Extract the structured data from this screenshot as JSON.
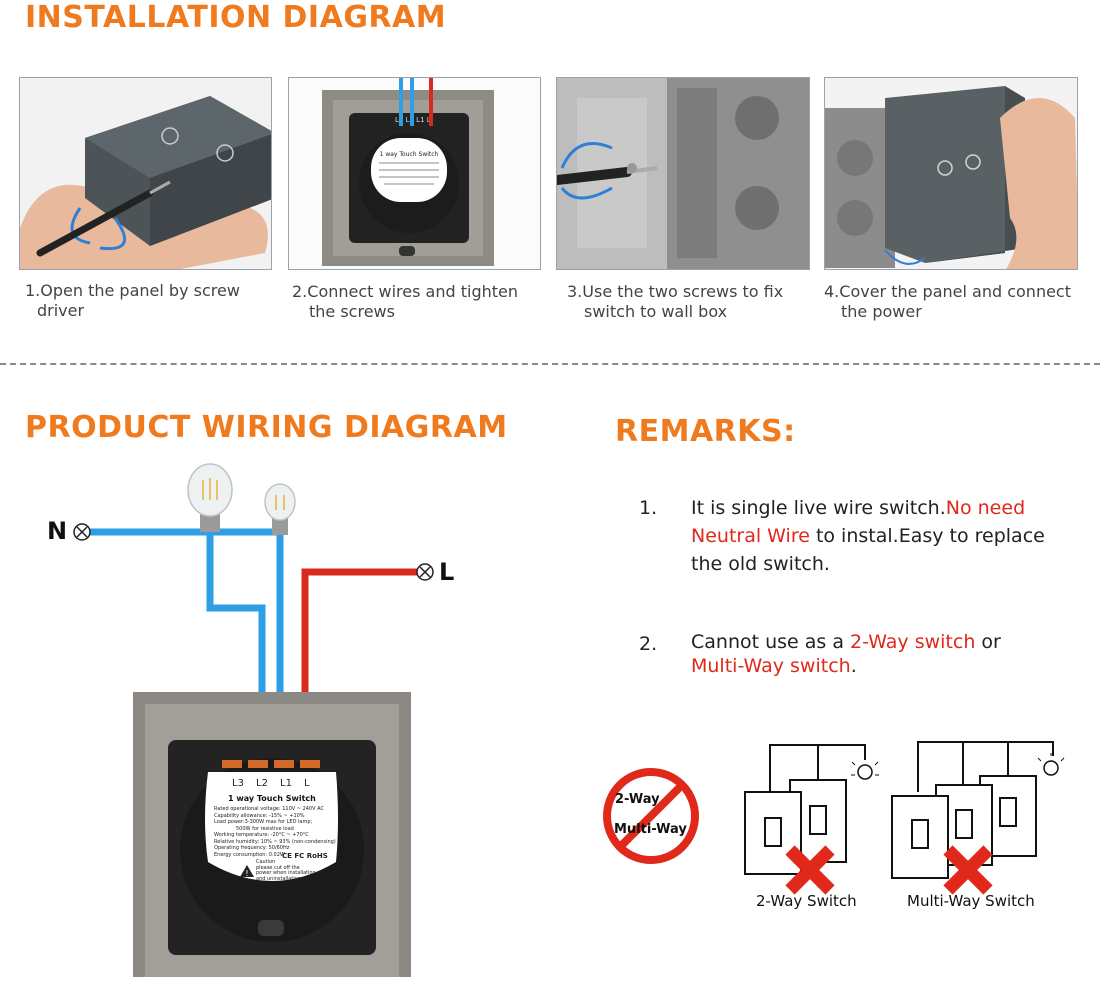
{
  "installation": {
    "title": "INSTALLATION DIAGRAM",
    "steps": [
      {
        "line1": "1.Open the panel by screw",
        "line2": "driver"
      },
      {
        "line1": "2.Connect wires and tighten",
        "line2": "the screws"
      },
      {
        "line1": "3.Use the two screws to fix",
        "line2": "switch to wall box"
      },
      {
        "line1": "4.Cover the panel and connect",
        "line2": "the power"
      }
    ]
  },
  "wiring": {
    "title": "PRODUCT WIRING DIAGRAM",
    "neutral_label": "N",
    "live_label": "L",
    "terminals": [
      "L3",
      "L2",
      "L1",
      "L"
    ],
    "switch_title": "1 way Touch Switch",
    "spec_lines": [
      "Rated operational voltage: 110V ~ 240V AC",
      "Capability allowance: -15% ~ +10%",
      "Load power:3-300W max for LED lamp;",
      "500W for resistive load",
      "Working temperature: -20°C ~ +70°C",
      "Relative humidity: 10% ~ 93% (non-condensing)",
      "Operating frequency: 50/60Hz",
      "Energy consumption: 0.02W"
    ],
    "cert_marks": "CE FC RoHS",
    "caution_lines": [
      "Caution",
      "please cut off the",
      "power when installation",
      "and uninstallation"
    ]
  },
  "remarks": {
    "title": "REMARKS:",
    "items": [
      {
        "num": "1.",
        "part1": "It is single live wire switch.",
        "red1": "No need Neutral Wire",
        "part2": " to instal.Easy to replace the old switch."
      },
      {
        "num": "2.",
        "part1": "Cannot use as a ",
        "red1": "2-Way switch",
        "part2": " or ",
        "red2": "Multi-Way switch",
        "part3": "."
      }
    ],
    "no_sign_line1": "2-Way",
    "no_sign_line2": "Multi-Way",
    "two_way_label": "2-Way Switch",
    "multi_way_label": "Multi-Way Switch"
  },
  "colors": {
    "accent": "#f07a1e",
    "red_text": "#e0281b",
    "wire_blue": "#2e9ee6",
    "wire_red": "#d9281c"
  }
}
